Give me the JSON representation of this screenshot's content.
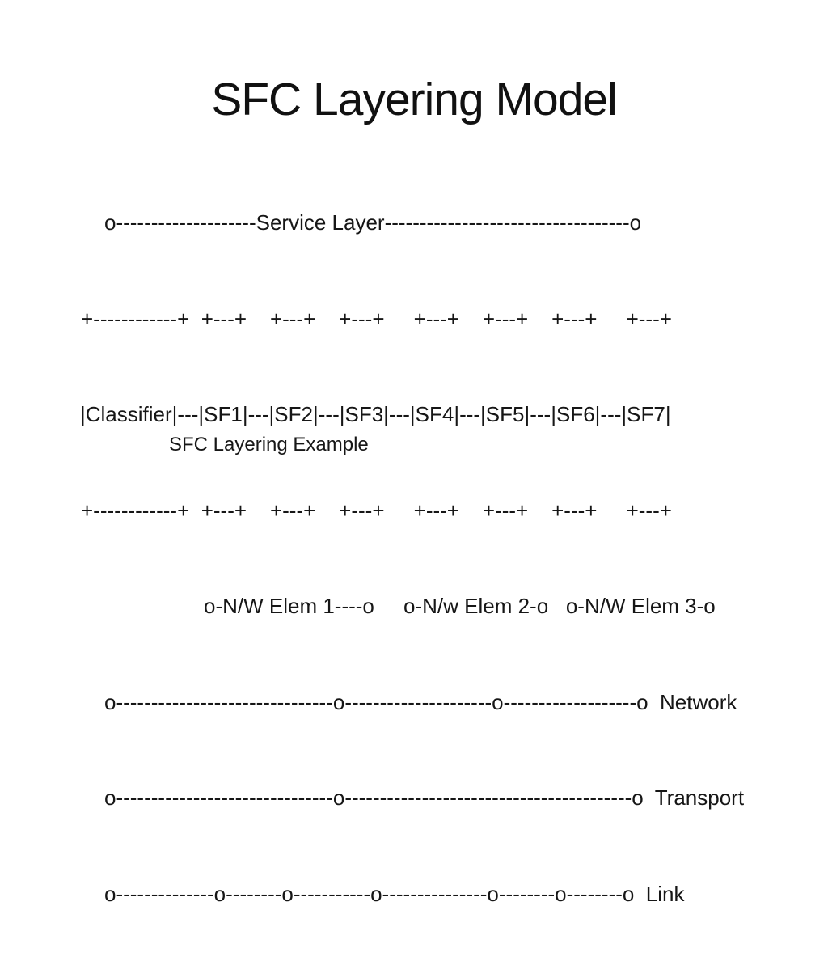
{
  "slide": {
    "title": "SFC Layering Model",
    "caption": "SFC Layering Example",
    "diagram_lines": {
      "service_layer": "o--------------------Service Layer-----------------------------------o",
      "box_top_border": "+------------+  +---+    +---+    +---+     +---+    +---+    +---+     +---+",
      "service_function_chain": "|Classifier|---|SF1|---|SF2|---|SF3|---|SF4|---|SF5|---|SF6|---|SF7|",
      "box_bottom_border": "+------------+  +---+    +---+    +---+     +---+    +---+    +---+     +---+",
      "network_elements": "o-N/W Elem 1----o     o-N/w Elem 2-o   o-N/W Elem 3-o",
      "network_layer": "o-------------------------------o---------------------o-------------------o  Network",
      "transport_layer": "o-------------------------------o-----------------------------------------o  Transport",
      "link_layer": "o--------------o--------o-----------o---------------o--------o--------o  Link"
    },
    "labels": {
      "classifier": "Classifier",
      "service_functions": [
        "SF1",
        "SF2",
        "SF3",
        "SF4",
        "SF5",
        "SF6",
        "SF7"
      ],
      "network_elements": [
        "N/W Elem 1",
        "N/w Elem 2",
        "N/W Elem 3"
      ],
      "layers": [
        "Service Layer",
        "Network",
        "Transport",
        "Link"
      ]
    }
  },
  "colors": {
    "background": "#ffffff",
    "text": "#161616"
  }
}
